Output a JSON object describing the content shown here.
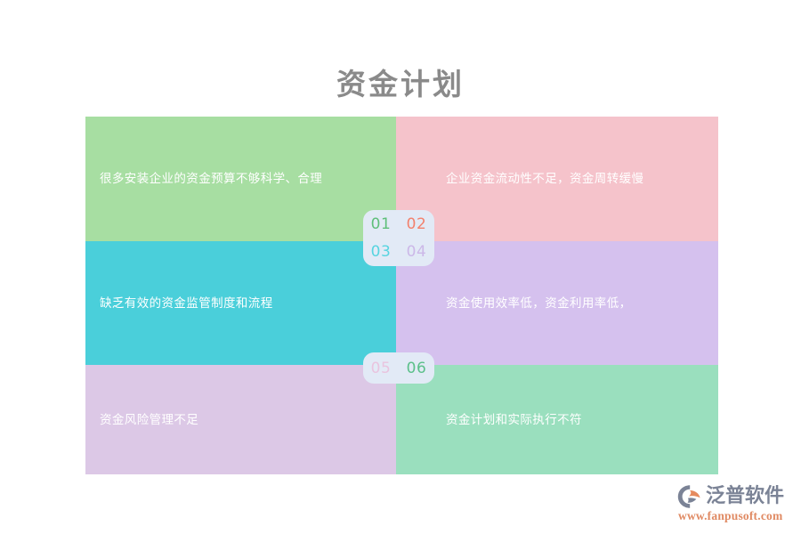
{
  "page": {
    "title": "资金计划",
    "background_color": "#ffffff",
    "title_color": "#8a8a8a"
  },
  "matrix": {
    "cells": [
      {
        "number": "01",
        "text": "很多安装企业的资金预算不够科学、合理",
        "fill_color": "#a7dea2",
        "number_color": "#5fbf7a",
        "column": "left",
        "row": 1
      },
      {
        "number": "02",
        "text": "企业资金流动性不足，资金周转缓慢",
        "fill_color": "#f5c3cb",
        "number_color": "#f3816d",
        "column": "right",
        "row": 1
      },
      {
        "number": "03",
        "text": "缺乏有效的资金监管制度和流程",
        "fill_color": "#4acfda",
        "number_color": "#57d4e0",
        "column": "left",
        "row": 2
      },
      {
        "number": "04",
        "text": "资金使用效率低，资金利用率低，",
        "fill_color": "#d5c1ee",
        "number_color": "#ccb8e8",
        "column": "right",
        "row": 2
      },
      {
        "number": "05",
        "text": "资金风险管理不足",
        "fill_color": "#dcc8e6",
        "number_color": "#e9c4df",
        "column": "left",
        "row": 3
      },
      {
        "number": "06",
        "text": "资金计划和实际执行不符",
        "fill_color": "#9adfbe",
        "number_color": "#5cc08a",
        "column": "right",
        "row": 3
      }
    ],
    "badge_background": "#e2eaf6",
    "text_color": "#ffffff"
  },
  "logo": {
    "name": "泛普软件",
    "url": "www.fanpusoft.com",
    "mark_color": "#7b8396",
    "accent_color": "#e58a5e",
    "word_color": "#7b8396",
    "url_color": "#e08a63"
  }
}
